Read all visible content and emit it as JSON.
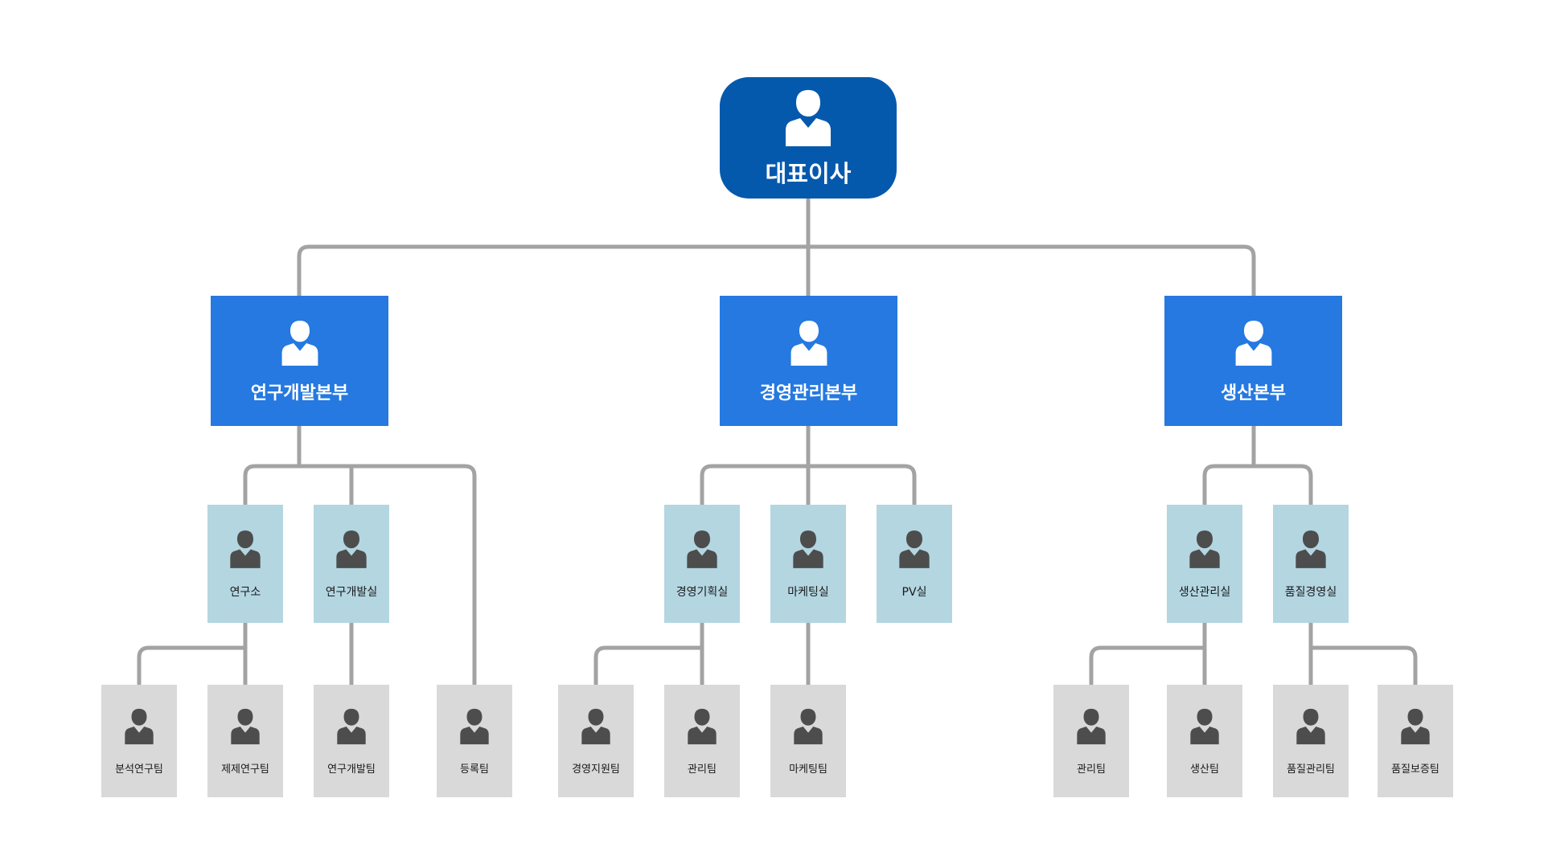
{
  "colors": {
    "root_fill": "#0559ad",
    "division_fill": "#2579e0",
    "dept_fill": "#b3d6e1",
    "team_fill": "#d9d9d9",
    "connector": "#a3a3a3",
    "icon_light": "#ffffff",
    "icon_dark": "#4d4d4d",
    "text_light": "#ffffff",
    "text_dark": "#1a1a1a"
  },
  "icon": "person-icon",
  "root": {
    "label": "대표이사"
  },
  "divisions": [
    {
      "label": "연구개발본부",
      "departments": [
        {
          "label": "연구소"
        },
        {
          "label": "연구개발실"
        }
      ]
    },
    {
      "label": "경영관리본부",
      "departments": [
        {
          "label": "경영기획실"
        },
        {
          "label": "마케팅실"
        },
        {
          "label": "PV실"
        }
      ]
    },
    {
      "label": "생산본부",
      "departments": [
        {
          "label": "생산관리실"
        },
        {
          "label": "품질경영실"
        }
      ]
    }
  ],
  "teams": [
    {
      "label": "분석연구팀"
    },
    {
      "label": "제제연구팀"
    },
    {
      "label": "연구개발팀"
    },
    {
      "label": "등록팀"
    },
    {
      "label": "경영지원팀"
    },
    {
      "label": "관리팀"
    },
    {
      "label": "마케팅팀"
    },
    {
      "label": "관리팀"
    },
    {
      "label": "생산팀"
    },
    {
      "label": "품질관리팀"
    },
    {
      "label": "품질보증팀"
    }
  ]
}
